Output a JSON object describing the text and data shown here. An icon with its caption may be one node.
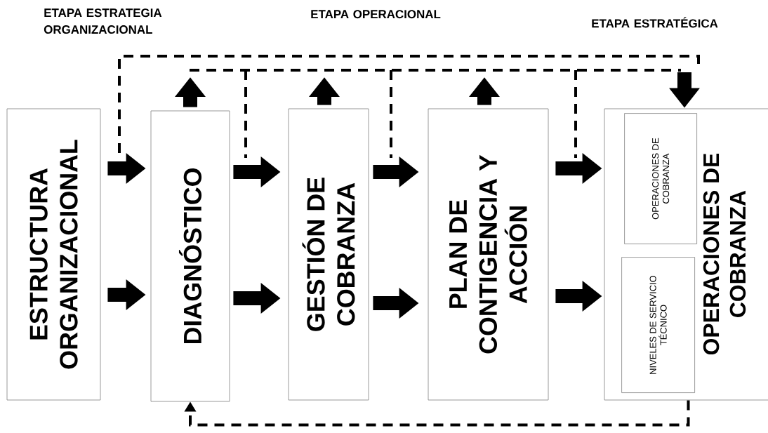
{
  "diagram": {
    "nodes": [
      {
        "text": [
          "ESTRUCTURA ORGANIZACIONAL"
        ]
      },
      {
        "text": [
          "DIAGNÓSTICO"
        ]
      },
      {
        "text": [
          "GESTIÓN DE COBRANZA"
        ]
      },
      {
        "text": [
          "PLAN DE CONTIGENCIA Y ACCIÓN"
        ]
      },
      {
        "text": [
          "OPERACIONES DE COBRANZA"
        ]
      },
      {
        "text": [
          "OPERACIONES DE COBRANZA"
        ],
        "in": 4
      },
      {
        "text": [
          "NIVELES DE SERVICIO TÉCNICO"
        ],
        "in": 4
      }
    ],
    "edges": [
      {
        "from": 0,
        "to": 1,
        "arrow": "to"
      },
      {
        "from": 0,
        "to": 1,
        "arrow": "to"
      },
      {
        "from": 1,
        "to": 2,
        "arrow": "to"
      },
      {
        "from": 1,
        "to": 2,
        "arrow": "to"
      },
      {
        "from": 2,
        "to": 3,
        "arrow": "to"
      },
      {
        "from": 2,
        "to": 3,
        "arrow": "to"
      },
      {
        "from": 3,
        "to": 4,
        "arrow": "to"
      },
      {
        "from": 3,
        "to": 4,
        "arrow": "to"
      },
      {
        "from": 1,
        "to": null,
        "arrow": "to"
      },
      {
        "from": 2,
        "to": null,
        "arrow": "to"
      },
      {
        "from": 3,
        "to": null,
        "arrow": "to"
      },
      {
        "from": null,
        "to": 4,
        "arrow": "to"
      },
      {
        "from": 4,
        "to": 1,
        "arrow": "to",
        "style": "dashed"
      }
    ],
    "labels": [
      "ETAPA ESTRATEGIA ORGANIZACIONAL",
      "ETAPA OPERACIONAL",
      "ETAPA ESTRATÉGICA"
    ]
  }
}
